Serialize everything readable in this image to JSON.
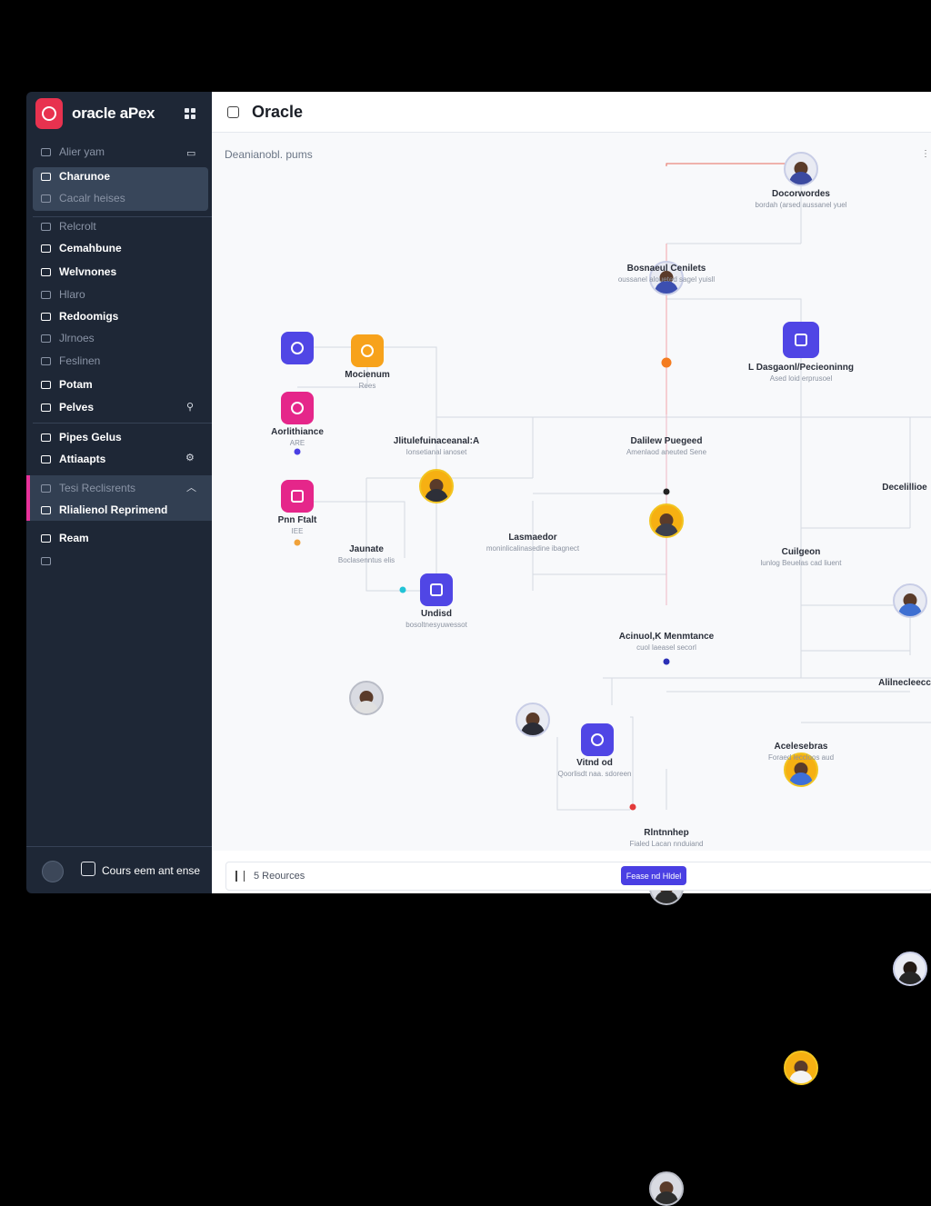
{
  "brand": {
    "name": "oracle aPex",
    "accent": "#e8324f"
  },
  "sidebar": {
    "items": [
      {
        "label": "Alier yam",
        "style": "dim"
      },
      {
        "label": "Charunoe",
        "style": "bright"
      },
      {
        "label": "Cacalr heises",
        "style": "dim"
      },
      {
        "label": "Relcrolt",
        "style": "dim"
      },
      {
        "label": "Cemahbune",
        "style": "bright"
      },
      {
        "label": "Welvnones",
        "style": "bright"
      },
      {
        "label": "Hlaro",
        "style": "dim"
      },
      {
        "label": "Redoomigs",
        "style": "bright"
      },
      {
        "label": "Jlrnoes",
        "style": "dim"
      },
      {
        "label": "Feslinen",
        "style": "dim"
      },
      {
        "label": "Potam",
        "style": "bright"
      },
      {
        "label": "Pelves",
        "style": "bright"
      },
      {
        "label": "Pipes Gelus",
        "style": "bright"
      },
      {
        "label": "Attiaapts",
        "style": "bright"
      },
      {
        "label": "Tesi Reclisrents",
        "style": "dim"
      },
      {
        "label": "Rlialienol Reprimend",
        "style": "bright"
      },
      {
        "label": "Ream",
        "style": "bright"
      }
    ],
    "footer_label": "Cours eem ant ense",
    "active_color": "#e8329a"
  },
  "header": {
    "title": "Oracle"
  },
  "canvas": {
    "section_title": "Deanianobl. pums",
    "nodes": [
      {
        "name": "Docorwordes",
        "role": "bordah (arsed aussanel yuel",
        "kind": "avatar-white"
      },
      {
        "name": "Bosnaeul Cenilets",
        "role": "oussanel aloueted sagel yuisll",
        "kind": "avatar-white"
      },
      {
        "name": "L Dasgaonl/Pecieoninng",
        "role": "Ased loid erprusoel",
        "kind": "tile-indigo"
      },
      {
        "name": "Mocienum",
        "role": "Rees",
        "kind": "tile-orange"
      },
      {
        "name": "Aorlithiance",
        "role": "ARE",
        "kind": "tile-pink"
      },
      {
        "name": "Jlitulefuinaceanal:A",
        "role": "Ionsetianal ianoset",
        "kind": "avatar-yellow"
      },
      {
        "name": "Dalilew Puegeed",
        "role": "Amenlaod aneuted Sene",
        "kind": "avatar-yellow"
      },
      {
        "name": "Decelillioe",
        "role": "",
        "kind": "avatar-white"
      },
      {
        "name": "Pnn Ftalt",
        "role": "IEE",
        "kind": "tile-pink"
      },
      {
        "name": "Jaunate",
        "role": "Boclasenntus elis",
        "kind": "avatar-gray"
      },
      {
        "name": "Lasmaedor",
        "role": "moninlicalinasedine ibagnect",
        "kind": "avatar-white"
      },
      {
        "name": "Cuilgeon",
        "role": "lunlog Beuelas cad liuent",
        "kind": "avatar-yellow"
      },
      {
        "name": "Undisd",
        "role": "bosoltnesyuwessot",
        "kind": "tile-indigo"
      },
      {
        "name": "Acinuol,K Menmtance",
        "role": "cuol laeasel secorl",
        "kind": "avatar-gray"
      },
      {
        "name": "Alilnecleecc",
        "role": "",
        "kind": "avatar-white"
      },
      {
        "name": "Acelesebras",
        "role": "Foraed leccloos aud",
        "kind": "avatar-yellow"
      },
      {
        "name": "Vitnd od",
        "role": "Qoorlisdt naa. sdoreen",
        "kind": "tile-indigo"
      },
      {
        "name": "Rlntnnhep",
        "role": "Fialed Lacan nnduiand",
        "kind": "avatar-gray"
      }
    ]
  },
  "bottom_bar": {
    "label": "5 Reources",
    "button_label": "Fease nd Hldel"
  }
}
